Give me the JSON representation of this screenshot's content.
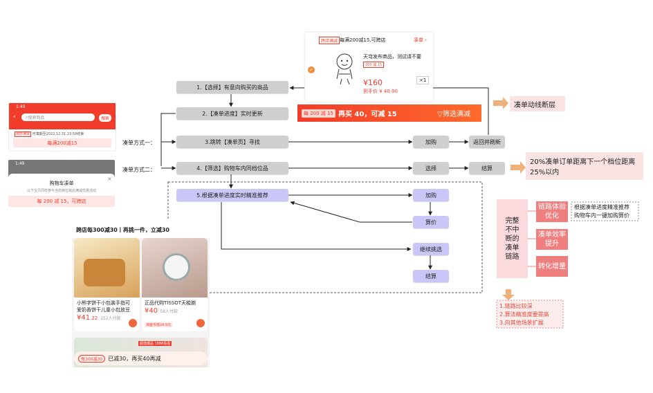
{
  "flow": {
    "step1": "1.【选择】有意向购买的商品",
    "step2": "2.【凑单进度】实时更新",
    "step3": "3.跳转【凑单页】寻找",
    "step4": "4.【筛选】购物车内同档位品",
    "step5": "5.根据凑单进度实时精准推荐",
    "method1": "凑单方式一：",
    "method2": "凑单方式二：",
    "add1": "加购",
    "return_refresh": "返回并刷新",
    "select": "选择",
    "checkout1": "结算",
    "add2": "加购",
    "calc": "算价",
    "continue": "继续挑选",
    "checkout2": "结算"
  },
  "callouts": {
    "broken": "凑单动线断层",
    "gap_line1": "20%凑单订单距离下一个档位距离",
    "gap_line2": "25%以内"
  },
  "chain": {
    "title": "完整不中断的凑单链路",
    "items": [
      "链路体验优化",
      "凑单效率提升",
      "转化增量"
    ],
    "note_line1": "根据凑单进度精准推荐",
    "note_line2": "购物车内一键加购算价",
    "issues": [
      "1.链路比较深",
      "2.算法精准度要提高",
      "3.向其他场景扩展"
    ]
  },
  "top_card": {
    "badge": "跨店满减",
    "promo": "每满200减15,可跨店",
    "link": "凑单 ›",
    "product_name": "天穹发布商品，测试请不要",
    "chip": "200 减 15",
    "price": "¥160",
    "after": "到手价 ¥ 40.00",
    "qty": "×1"
  },
  "red_bar": {
    "tag": "每 200 减 15",
    "text": "再买 40，可减 15",
    "filter": "▽筛选满减"
  },
  "phone1": {
    "time": "1:49",
    "back": "‹",
    "search_placeholder": "搜索商品",
    "search_btn": "搜索",
    "tag": "跨店满减",
    "deadline": "可凑期至2022.12.31 23:59结束",
    "promo": "每满200减15"
  },
  "phone2": {
    "time": "1:49",
    "title": "购物车凑单",
    "sub": "以下宝贝同样参与当前档位跨店满减优惠活动",
    "promo": "每 200 减 15，可跨店"
  },
  "shop": {
    "header": "跨店每300减30丨再挑一件，立减30",
    "p1_name_line1": "小熊字饼干小包装手指可",
    "p1_name_line2": "爱奶香饼干儿童小包放豆",
    "p1_price": "¥41",
    "p1_price_dec": ".22",
    "p1_sold": "252人付款",
    "p2_name": "正品代购TISSOT天梭腕",
    "p2_price": "¥40",
    "p2_sold": "58人付款",
    "p2_tag": "淘金币抵24.5元",
    "bottom_tag": "每300减30",
    "bottom_text": "已减30，再买40再减",
    "float_tag": "超值爆品",
    "float_count": "1888看看"
  },
  "colors": {
    "accent_red": "#f23c2b",
    "orange": "#f0a66b",
    "purple_box": "#c9c7f7",
    "gray_box": "#cfcfcf",
    "pink": "#fadadd"
  }
}
